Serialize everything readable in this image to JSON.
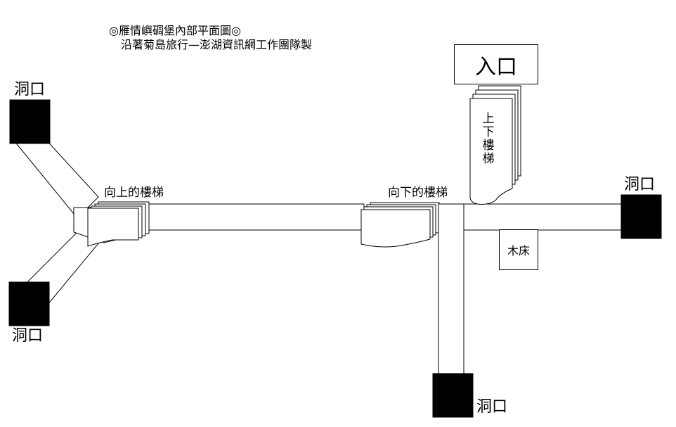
{
  "title": {
    "line1": "◎雁情嶼碉堡內部平面圖◎",
    "line2": "沿著菊島旅行—澎湖資訊網工作團隊製"
  },
  "labels": {
    "entrance": "入口",
    "stairs_updown": "上下樓梯",
    "stairs_up": "向上的樓梯",
    "stairs_down": "向下的樓梯",
    "wooden_bed": "木床",
    "cave_opening": "洞口"
  },
  "colors": {
    "line": "#000000",
    "fill": "#ffffff",
    "opening": "#000000"
  }
}
